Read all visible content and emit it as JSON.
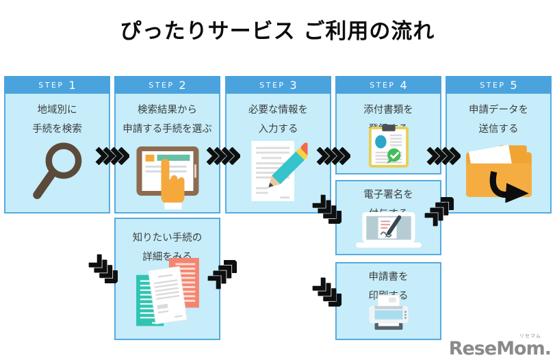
{
  "title": "ぴったりサービス ご利用の流れ",
  "steps": [
    {
      "label": "STEP",
      "number": "1",
      "line1": "地域別に",
      "line2": "手続を検索",
      "icon": "magnifier-icon"
    },
    {
      "label": "STEP",
      "number": "2",
      "line1": "検索結果から",
      "line2": "申請する手続を選ぶ",
      "icon": "tablet-tap-icon"
    },
    {
      "label": "STEP",
      "number": "3",
      "line1": "必要な情報を",
      "line2": "入力する",
      "icon": "document-pencil-icon"
    },
    {
      "label": "STEP",
      "number": "4",
      "line1": "添付書類を",
      "line2": "登録する",
      "icon": "clipboard-check-icon"
    },
    {
      "label": "STEP",
      "number": "5",
      "line1": "申請データを",
      "line2": "送信する",
      "icon": "folder-send-icon"
    }
  ],
  "sub_steps": [
    {
      "line1": "知りたい手続の",
      "line2": "詳細をみる",
      "icon": "documents-stack-icon"
    },
    {
      "line1": "電子署名を",
      "line2": "付与する",
      "icon": "laptop-sign-icon"
    },
    {
      "line1": "申請書を",
      "line2": "印刷する",
      "icon": "printer-icon"
    }
  ],
  "logo": {
    "text": "ReseMom.",
    "ruby": "リセマム"
  },
  "colors": {
    "box_header": "#4BA3DE",
    "box_body": "#C6EDF9",
    "box_border": "#56AADF",
    "arrow": "#0F0F0F",
    "text": "#3D3D3D",
    "title": "#0D0D0D",
    "logo": "#8A8A8A"
  }
}
